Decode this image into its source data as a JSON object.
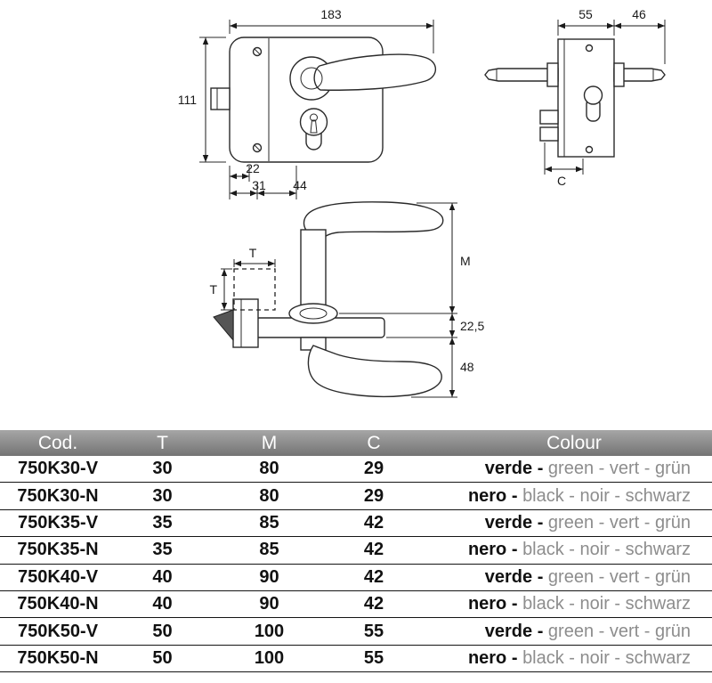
{
  "drawing": {
    "front_view": {
      "width_label": "183",
      "height_label": "111",
      "dim_22": "22",
      "dim_31": "31",
      "dim_44": "44"
    },
    "side_view": {
      "dim_55": "55",
      "dim_46": "46",
      "dim_c": "C"
    },
    "handle_view": {
      "t_top": "T",
      "t_left": "T",
      "m_label": "M",
      "mid_label": "22,5",
      "bottom_label": "48"
    }
  },
  "table": {
    "headers": {
      "cod": "Cod.",
      "t": "T",
      "m": "M",
      "c": "C",
      "colour": "Colour"
    },
    "rows": [
      {
        "cod": "750K30-V",
        "t": "30",
        "m": "80",
        "c": "29",
        "colour_main": "verde - ",
        "colour_alt": "green - vert - grün"
      },
      {
        "cod": "750K30-N",
        "t": "30",
        "m": "80",
        "c": "29",
        "colour_main": "nero - ",
        "colour_alt": "black - noir - schwarz"
      },
      {
        "cod": "750K35-V",
        "t": "35",
        "m": "85",
        "c": "42",
        "colour_main": "verde - ",
        "colour_alt": "green - vert - grün"
      },
      {
        "cod": "750K35-N",
        "t": "35",
        "m": "85",
        "c": "42",
        "colour_main": "nero - ",
        "colour_alt": "black - noir - schwarz"
      },
      {
        "cod": "750K40-V",
        "t": "40",
        "m": "90",
        "c": "42",
        "colour_main": "verde - ",
        "colour_alt": "green - vert - grün"
      },
      {
        "cod": "750K40-N",
        "t": "40",
        "m": "90",
        "c": "42",
        "colour_main": "nero - ",
        "colour_alt": "black - noir - schwarz"
      },
      {
        "cod": "750K50-V",
        "t": "50",
        "m": "100",
        "c": "55",
        "colour_main": "verde - ",
        "colour_alt": "green - vert - grün"
      },
      {
        "cod": "750K50-N",
        "t": "50",
        "m": "100",
        "c": "55",
        "colour_main": "nero - ",
        "colour_alt": "black - noir - schwarz"
      }
    ]
  },
  "colors": {
    "header_bg_top": "#a6a6a6",
    "header_bg_bottom": "#747474",
    "header_text": "#ffffff",
    "row_divider": "#141414",
    "colour_alt_text": "#8d8d8d"
  }
}
